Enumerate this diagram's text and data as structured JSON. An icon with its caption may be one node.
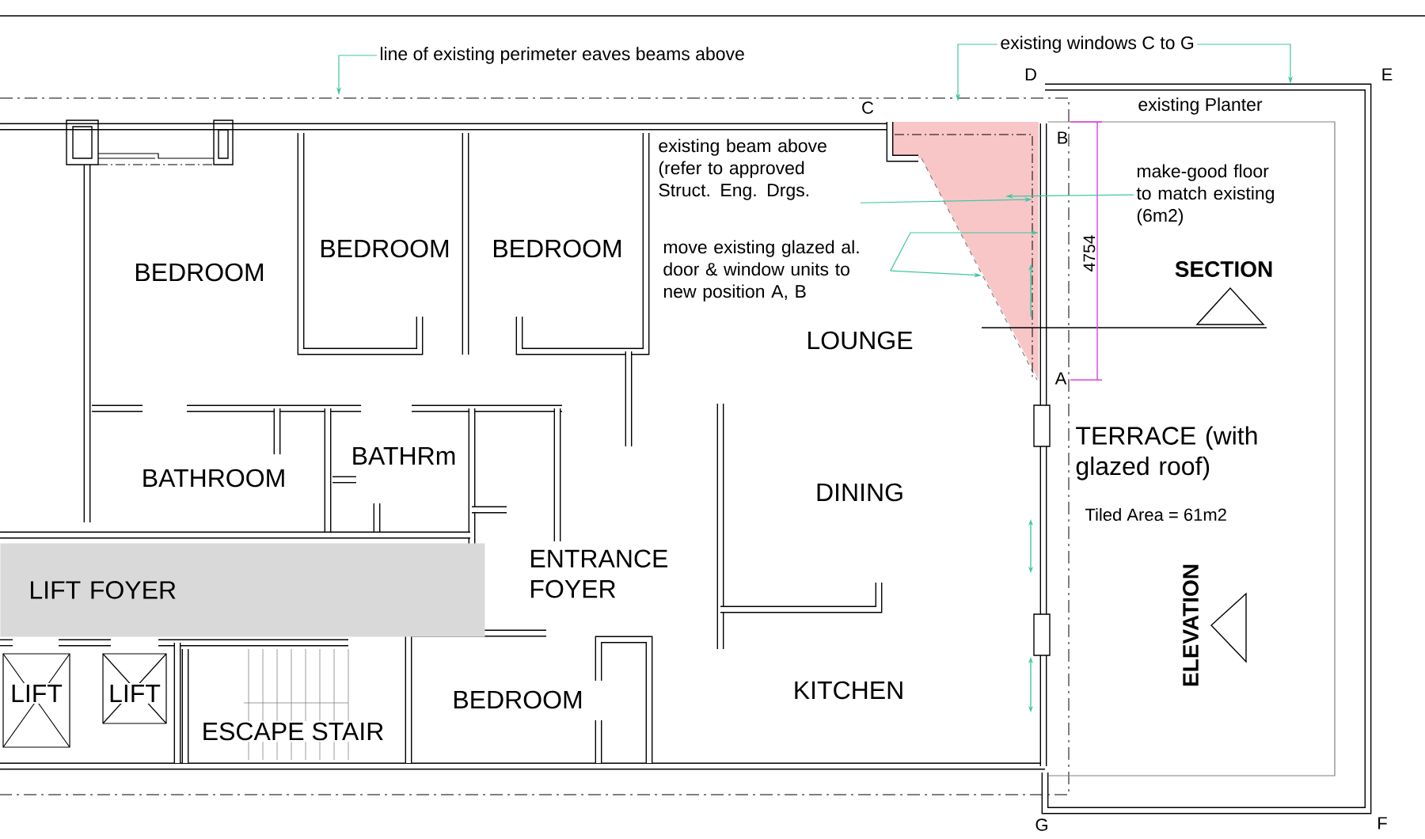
{
  "diagram": {
    "nodes": [
      {
        "text": [
          "line of existing perimeter eaves beams above"
        ]
      },
      {
        "text": [
          "existing windows C to G"
        ]
      },
      {
        "text": [
          "existing beam above (refer to approved Struct. Eng. Drgs."
        ]
      },
      {
        "text": [
          "make-good floor to match existing (6m2)"
        ]
      },
      {
        "text": [],
        "shape": "triangle"
      },
      {
        "text": [
          "move existing glazed al. door & window units to new position A, B"
        ]
      },
      {
        "text": [
          "LIFT FOYER"
        ]
      }
    ],
    "edges": [
      {
        "from": 0,
        "to": null,
        "arrow": "to"
      },
      {
        "from": 1,
        "to": null,
        "arrow": "to"
      },
      {
        "from": 1,
        "to": null,
        "arrow": "to"
      },
      {
        "from": 2,
        "to": 4,
        "arrow": "to"
      },
      {
        "from": 3,
        "to": 4,
        "arrow": "to"
      },
      {
        "from": 5,
        "to": 4,
        "arrow": "to"
      },
      {
        "from": 5,
        "to": 4,
        "arrow": "to"
      }
    ],
    "labels": [
      "C",
      "D",
      "E",
      "existing Planter",
      "B",
      "BEDROOM",
      "BEDROOM",
      "BEDROOM",
      "SECTION",
      "4754",
      "LOUNGE",
      "A",
      "TERRACE (with glazed roof)",
      "Tiled Area = 61m2",
      "BATHROOM",
      "BATHRm",
      "DINING",
      "ENTRANCE FOYER",
      "ELEVATION",
      "LIFT",
      "LIFT",
      "ESCAPE STAIR",
      "BEDROOM",
      "KITCHEN",
      "G",
      "F"
    ]
  }
}
